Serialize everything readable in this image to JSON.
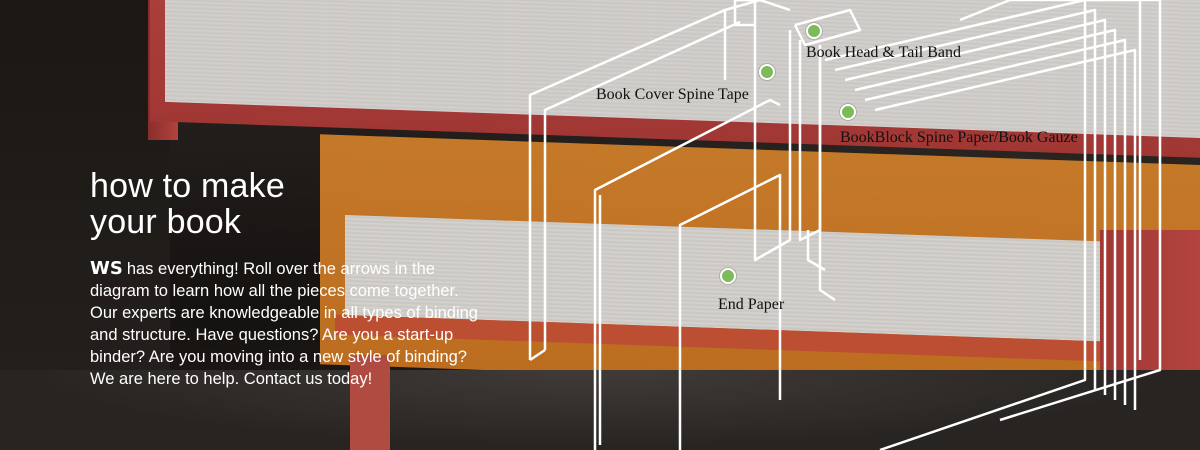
{
  "hero": {
    "title_line1": "how to make",
    "title_line2": "your book",
    "brand": "WS",
    "body_text": "has everything! Roll over the arrows in the diagram to learn how all the pieces come together. Our experts are knowledgeable in all types of binding and structure. Have questions? Are you a start-up binder? Are you moving into a new style of binding? We are here to help. Contact us today!"
  },
  "diagram": {
    "labels": [
      "Book Cover Spine Tape",
      "Book Head & Tail Band",
      "BookBlock Spine Paper/Book Gauze",
      "End Paper"
    ]
  },
  "colors": {
    "hotspot": "#7dbb5a",
    "text": "#ffffff",
    "diagram_line": "#ffffff"
  }
}
